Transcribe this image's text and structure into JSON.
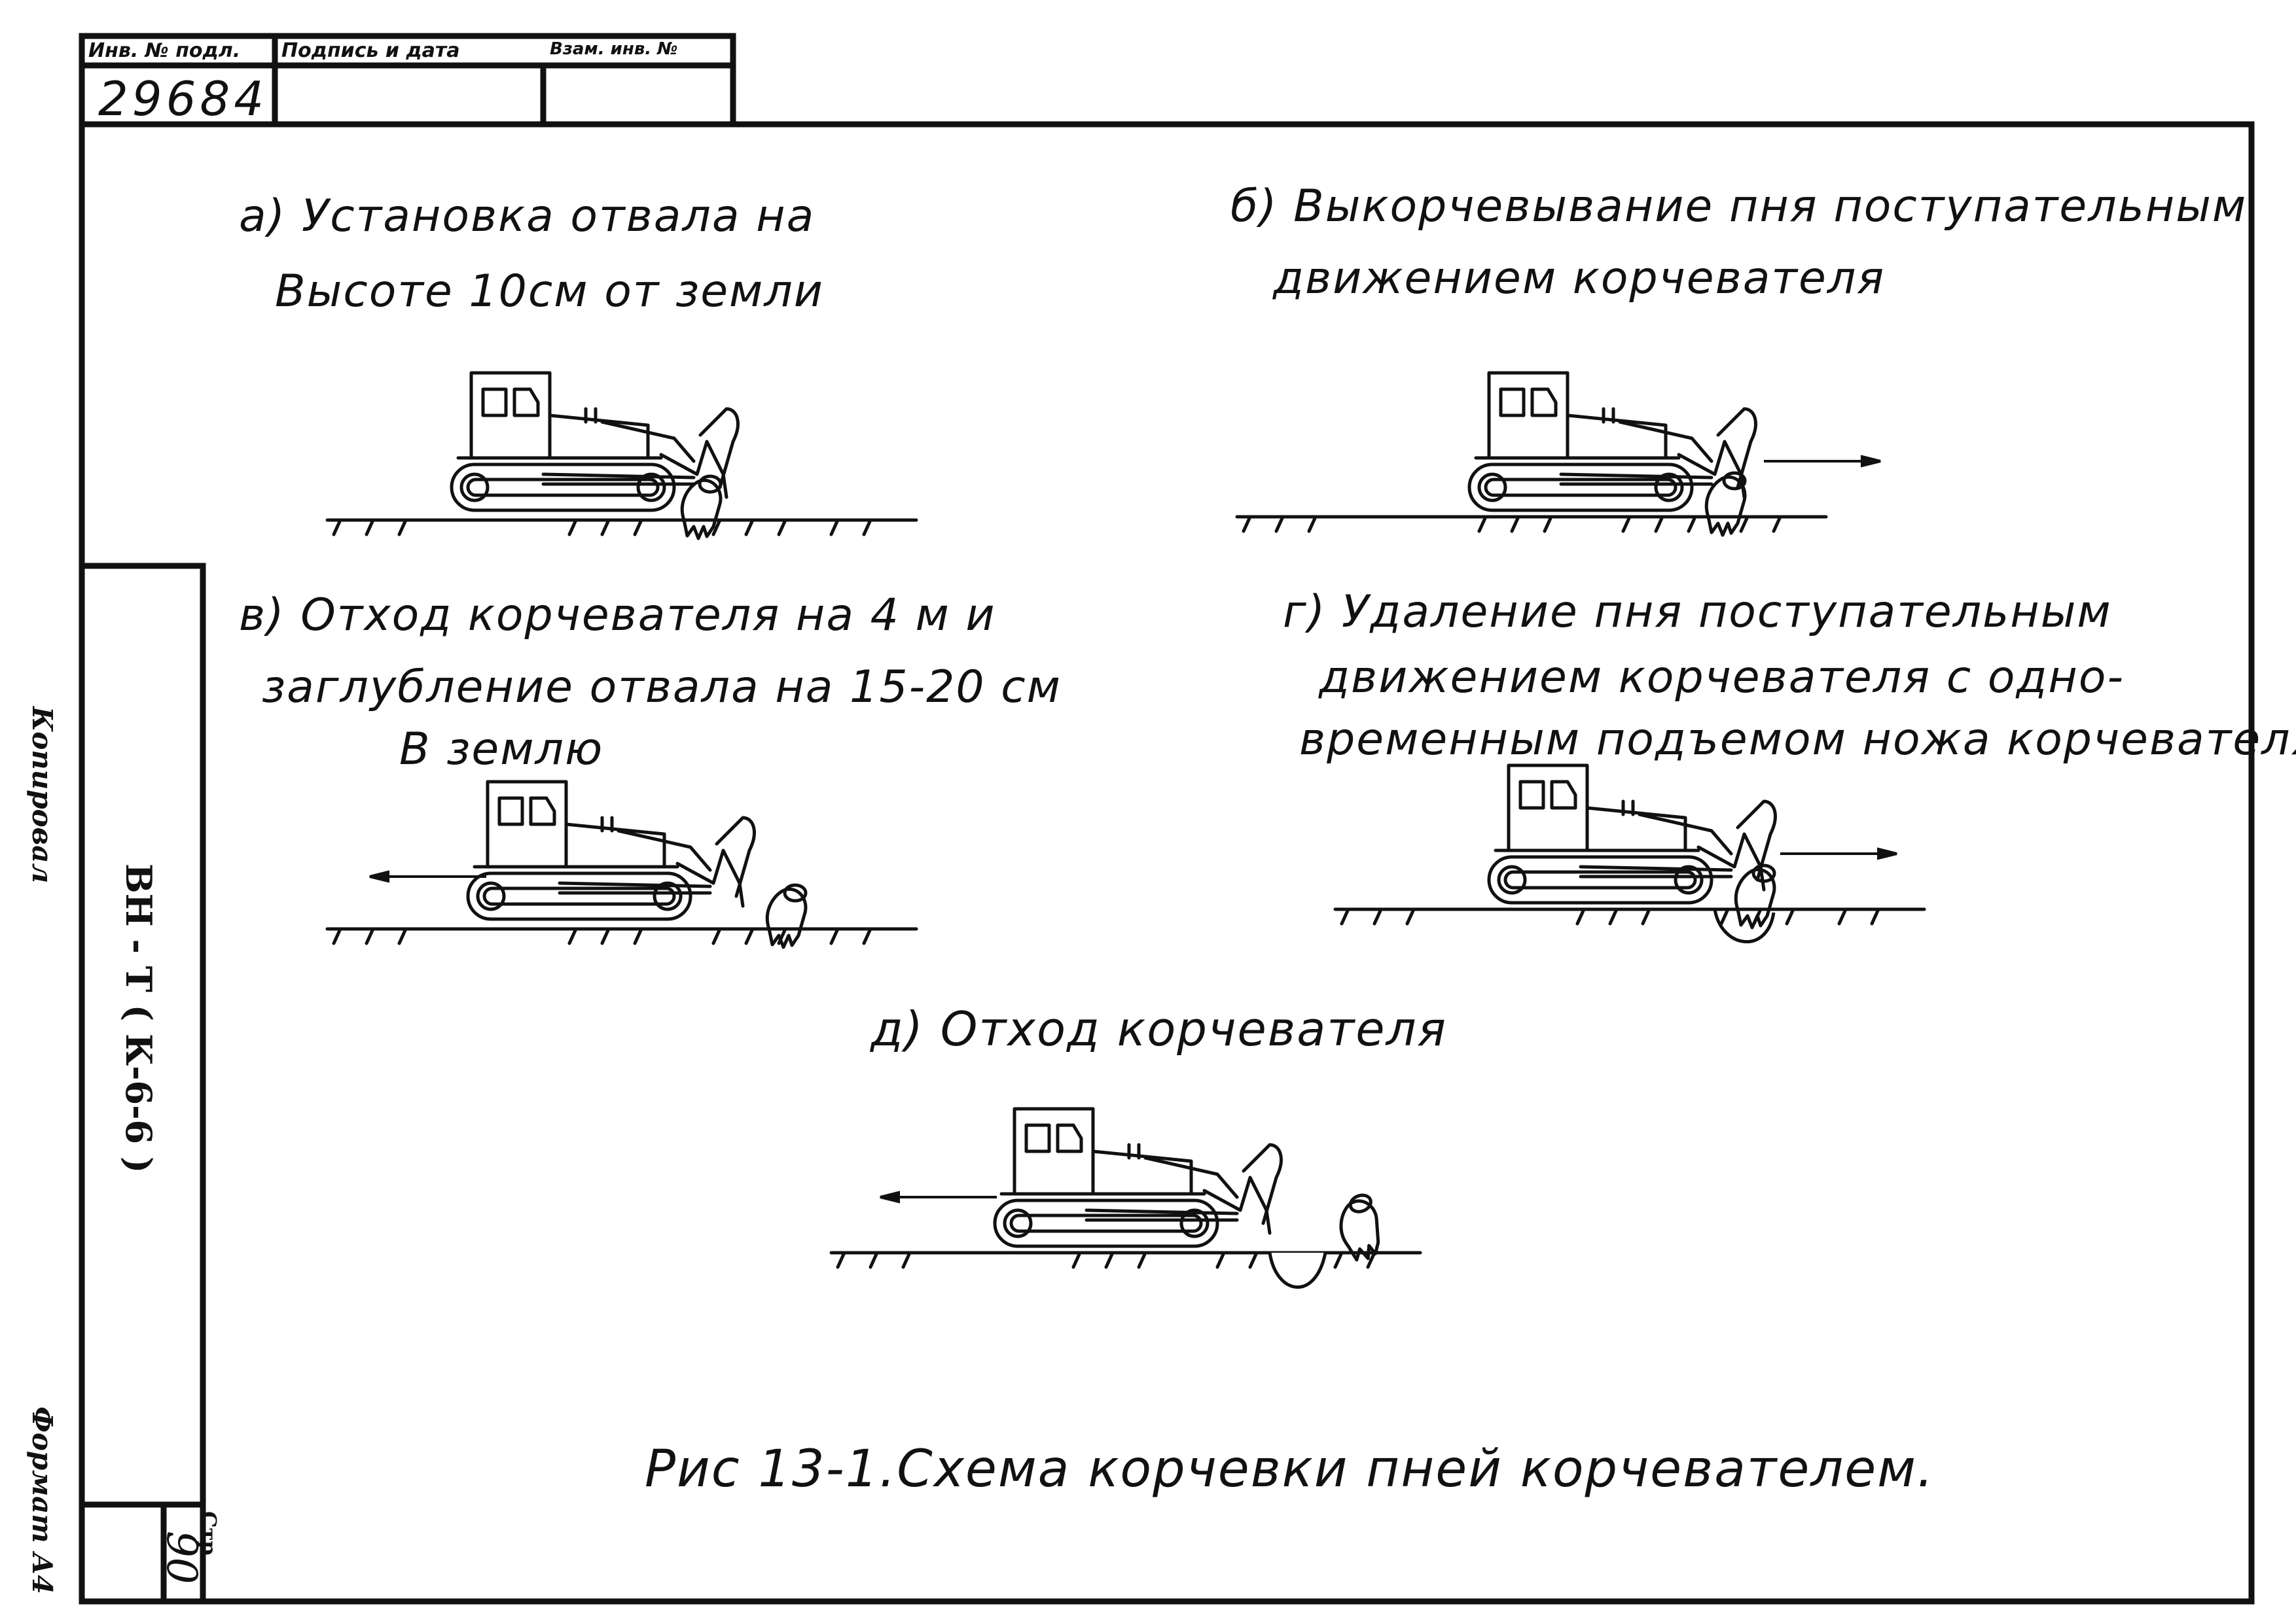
{
  "stamp": {
    "label_inv": "Инв. № подл.",
    "label_sign": "Подпись и дата",
    "label_repl": "Взам. инв. №",
    "inv_number": "29684"
  },
  "side": {
    "code": "ВН - Т ( К-6-6 )",
    "copied": "Копировал",
    "format": "Формат А4",
    "page_label": "Стр.",
    "page_number": "90"
  },
  "captions": {
    "a": [
      "а) Установка отвала на",
      "Высоте 10см от земли"
    ],
    "b": [
      "б) Выкорчевывание пня поступательным",
      "движением корчевателя"
    ],
    "v": [
      "в) Отход корчевателя на 4 м и",
      "заглубление отвала на 15-20 см",
      "В землю"
    ],
    "g": [
      "г) Удаление пня поступательным",
      "движением корчевателя с одно-",
      "временным подъемом ножа корчевателя"
    ],
    "d": "д)  Отход корчевателя"
  },
  "figure_caption": "Рис 13-1.Схема корчевки пней корчевателем."
}
